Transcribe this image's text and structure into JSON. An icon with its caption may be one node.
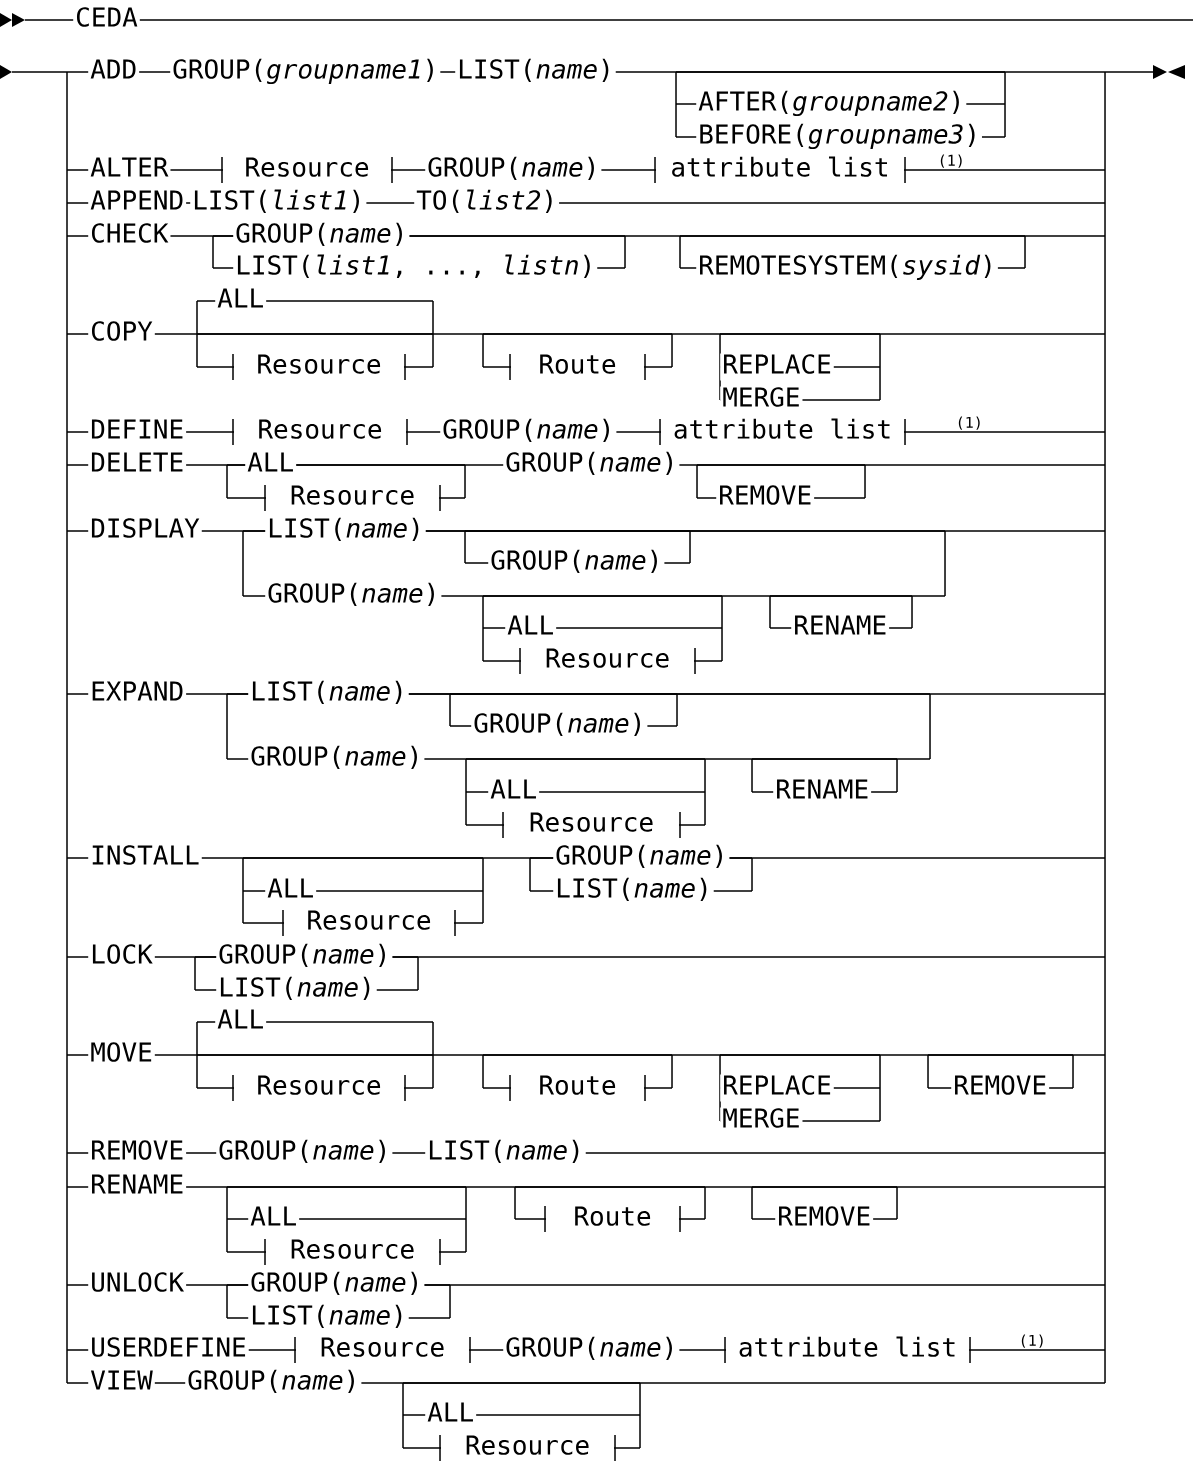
{
  "diagram": {
    "labels": [
      "CEDA",
      "ADD",
      "GROUP(*groupname1*)",
      "LIST(*name*)",
      "AFTER(*groupname2*)",
      "BEFORE(*groupname3*)",
      "ALTER",
      "Resource",
      "GROUP(*name*)",
      "attribute list",
      "(1)",
      "APPEND",
      "LIST(*list1*)",
      "TO(*list2*)",
      "CHECK",
      "GROUP(*name*)",
      "LIST(*list1*, ..., *listn*)",
      "REMOTESYSTEM(*sysid*)",
      "ALL",
      "COPY",
      "Resource",
      "Route",
      "REPLACE",
      "MERGE",
      "DEFINE",
      "Resource",
      "GROUP(*name*)",
      "attribute list",
      "(1)",
      "DELETE",
      "ALL",
      "GROUP(*name*)",
      "Resource",
      "REMOVE",
      "DISPLAY",
      "LIST(*name*)",
      "GROUP(*name*)",
      "GROUP(*name*)",
      "ALL",
      "RENAME",
      "Resource",
      "EXPAND",
      "LIST(*name*)",
      "GROUP(*name*)",
      "GROUP(*name*)",
      "ALL",
      "RENAME",
      "Resource",
      "INSTALL",
      "GROUP(*name*)",
      "ALL",
      "LIST(*name*)",
      "Resource",
      "LOCK",
      "GROUP(*name*)",
      "LIST(*name*)",
      "ALL",
      "MOVE",
      "Resource",
      "Route",
      "REPLACE",
      "REMOVE",
      "MERGE",
      "REMOVE",
      "GROUP(*name*)",
      "LIST(*name*)",
      "RENAME",
      "ALL",
      "Route",
      "REMOVE",
      "Resource",
      "UNLOCK",
      "GROUP(*name*)",
      "LIST(*name*)",
      "USERDEFINE",
      "Resource",
      "GROUP(*name*)",
      "attribute list",
      "(1)",
      "VIEW",
      "GROUP(*name*)",
      "ALL",
      "Resource"
    ]
  }
}
